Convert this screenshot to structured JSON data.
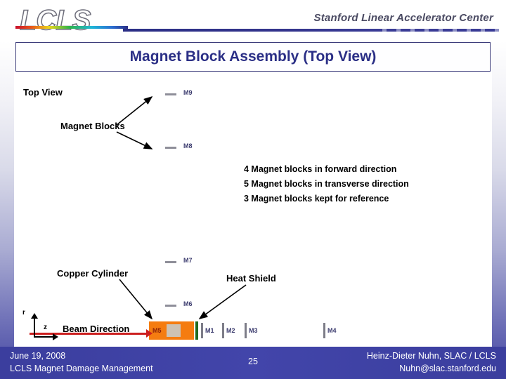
{
  "header": {
    "logo_text": "LCLS",
    "org_name": "Stanford Linear Accelerator Center",
    "gradient_colors": [
      "#c8102e",
      "#e8541a",
      "#ead61c",
      "#2fb34a",
      "#1fb6d8",
      "#2c6fd1",
      "#2b2f86"
    ]
  },
  "title": {
    "text": "Magnet Block Assembly (Top View)",
    "color": "#2b2f86"
  },
  "diagram": {
    "view_label": "Top View",
    "magnet_blocks_label": "Magnet Blocks",
    "copper_cylinder_label": "Copper Cylinder",
    "heat_shield_label": "Heat Shield",
    "beam_direction_label": "Beam Direction",
    "axis_r": "r",
    "axis_z": "z",
    "copper_cylinder_id": "M5",
    "markers": [
      {
        "id": "M9",
        "type": "dash"
      },
      {
        "id": "M8",
        "type": "dash"
      },
      {
        "id": "M7",
        "type": "dash"
      },
      {
        "id": "M6",
        "type": "dash"
      },
      {
        "id": "M1",
        "type": "bar"
      },
      {
        "id": "M2",
        "type": "bar"
      },
      {
        "id": "M3",
        "type": "bar"
      },
      {
        "id": "M4",
        "type": "bar"
      }
    ],
    "notes": [
      "4 Magnet blocks in forward direction",
      "5 Magnet blocks in transverse direction",
      "3 Magnet blocks kept for reference"
    ],
    "colors": {
      "copper": "#f57c10",
      "heat_shield": "#1f6b20",
      "beam": "#cc1f1f",
      "marker": "#8e8e99",
      "marker_label": "#3b3b6e"
    }
  },
  "footer": {
    "date": "June 19, 2008",
    "subtitle": "LCLS Magnet Damage Management",
    "page_number": "25",
    "author": "Heinz-Dieter Nuhn, SLAC / LCLS",
    "email": "Nuhn@slac.stanford.edu",
    "background": "#3b3e9e"
  }
}
